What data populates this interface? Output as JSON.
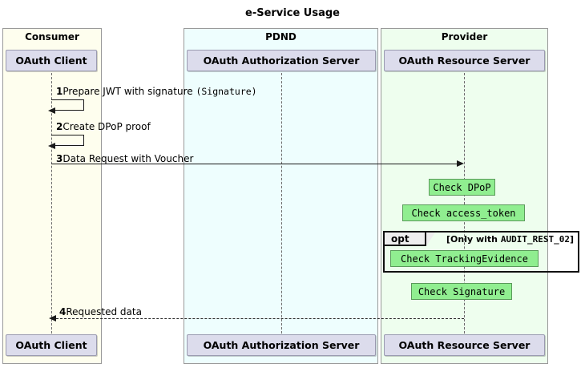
{
  "diagram": {
    "title": "e-Service Usage",
    "type": "sequence-diagram"
  },
  "groups": [
    {
      "id": "consumer",
      "label": "Consumer",
      "color": "#FEFEEE"
    },
    {
      "id": "pdnd",
      "label": "PDND",
      "color": "#EEFEFE"
    },
    {
      "id": "provider",
      "label": "Provider",
      "color": "#EEFEEE"
    }
  ],
  "participants": [
    {
      "id": "oauth-client",
      "label": "OAuth Client",
      "group": "consumer",
      "color": "#DCDCEC"
    },
    {
      "id": "oauth-authorization-server",
      "label": "OAuth Authorization Server",
      "group": "pdnd",
      "color": "#DCDCEC"
    },
    {
      "id": "oauth-resource-server",
      "label": "OAuth Resource Server",
      "group": "provider",
      "color": "#DCDCEC"
    }
  ],
  "messages": [
    {
      "num": "1",
      "text": "Prepare JWT with signature ",
      "mono": "(Signature)",
      "from": "oauth-client",
      "to": "oauth-client",
      "kind": "self"
    },
    {
      "num": "2",
      "text": "Create DPoP proof",
      "mono": "",
      "from": "oauth-client",
      "to": "oauth-client",
      "kind": "self"
    },
    {
      "num": "3",
      "text": "Data Request with Voucher",
      "mono": "",
      "from": "oauth-client",
      "to": "oauth-resource-server",
      "kind": "solid-right"
    },
    {
      "num": "4",
      "text": "Requested data",
      "mono": "",
      "from": "oauth-resource-server",
      "to": "oauth-client",
      "kind": "dotted-left"
    }
  ],
  "notes": [
    {
      "id": "note-check-dpop",
      "label": "Check DPoP",
      "color": "#90EE90"
    },
    {
      "id": "note-check-access-token",
      "label": "Check access_token",
      "color": "#90EE90"
    },
    {
      "id": "note-check-tracking-evidence",
      "label": "Check TrackingEvidence",
      "color": "#90EE90"
    },
    {
      "id": "note-check-signature",
      "label": "Check Signature",
      "color": "#90EE90"
    }
  ],
  "fragment": {
    "keyword": "opt",
    "condition_prefix": "[Only with ",
    "condition_code": "AUDIT_REST_02",
    "condition_suffix": "]"
  }
}
